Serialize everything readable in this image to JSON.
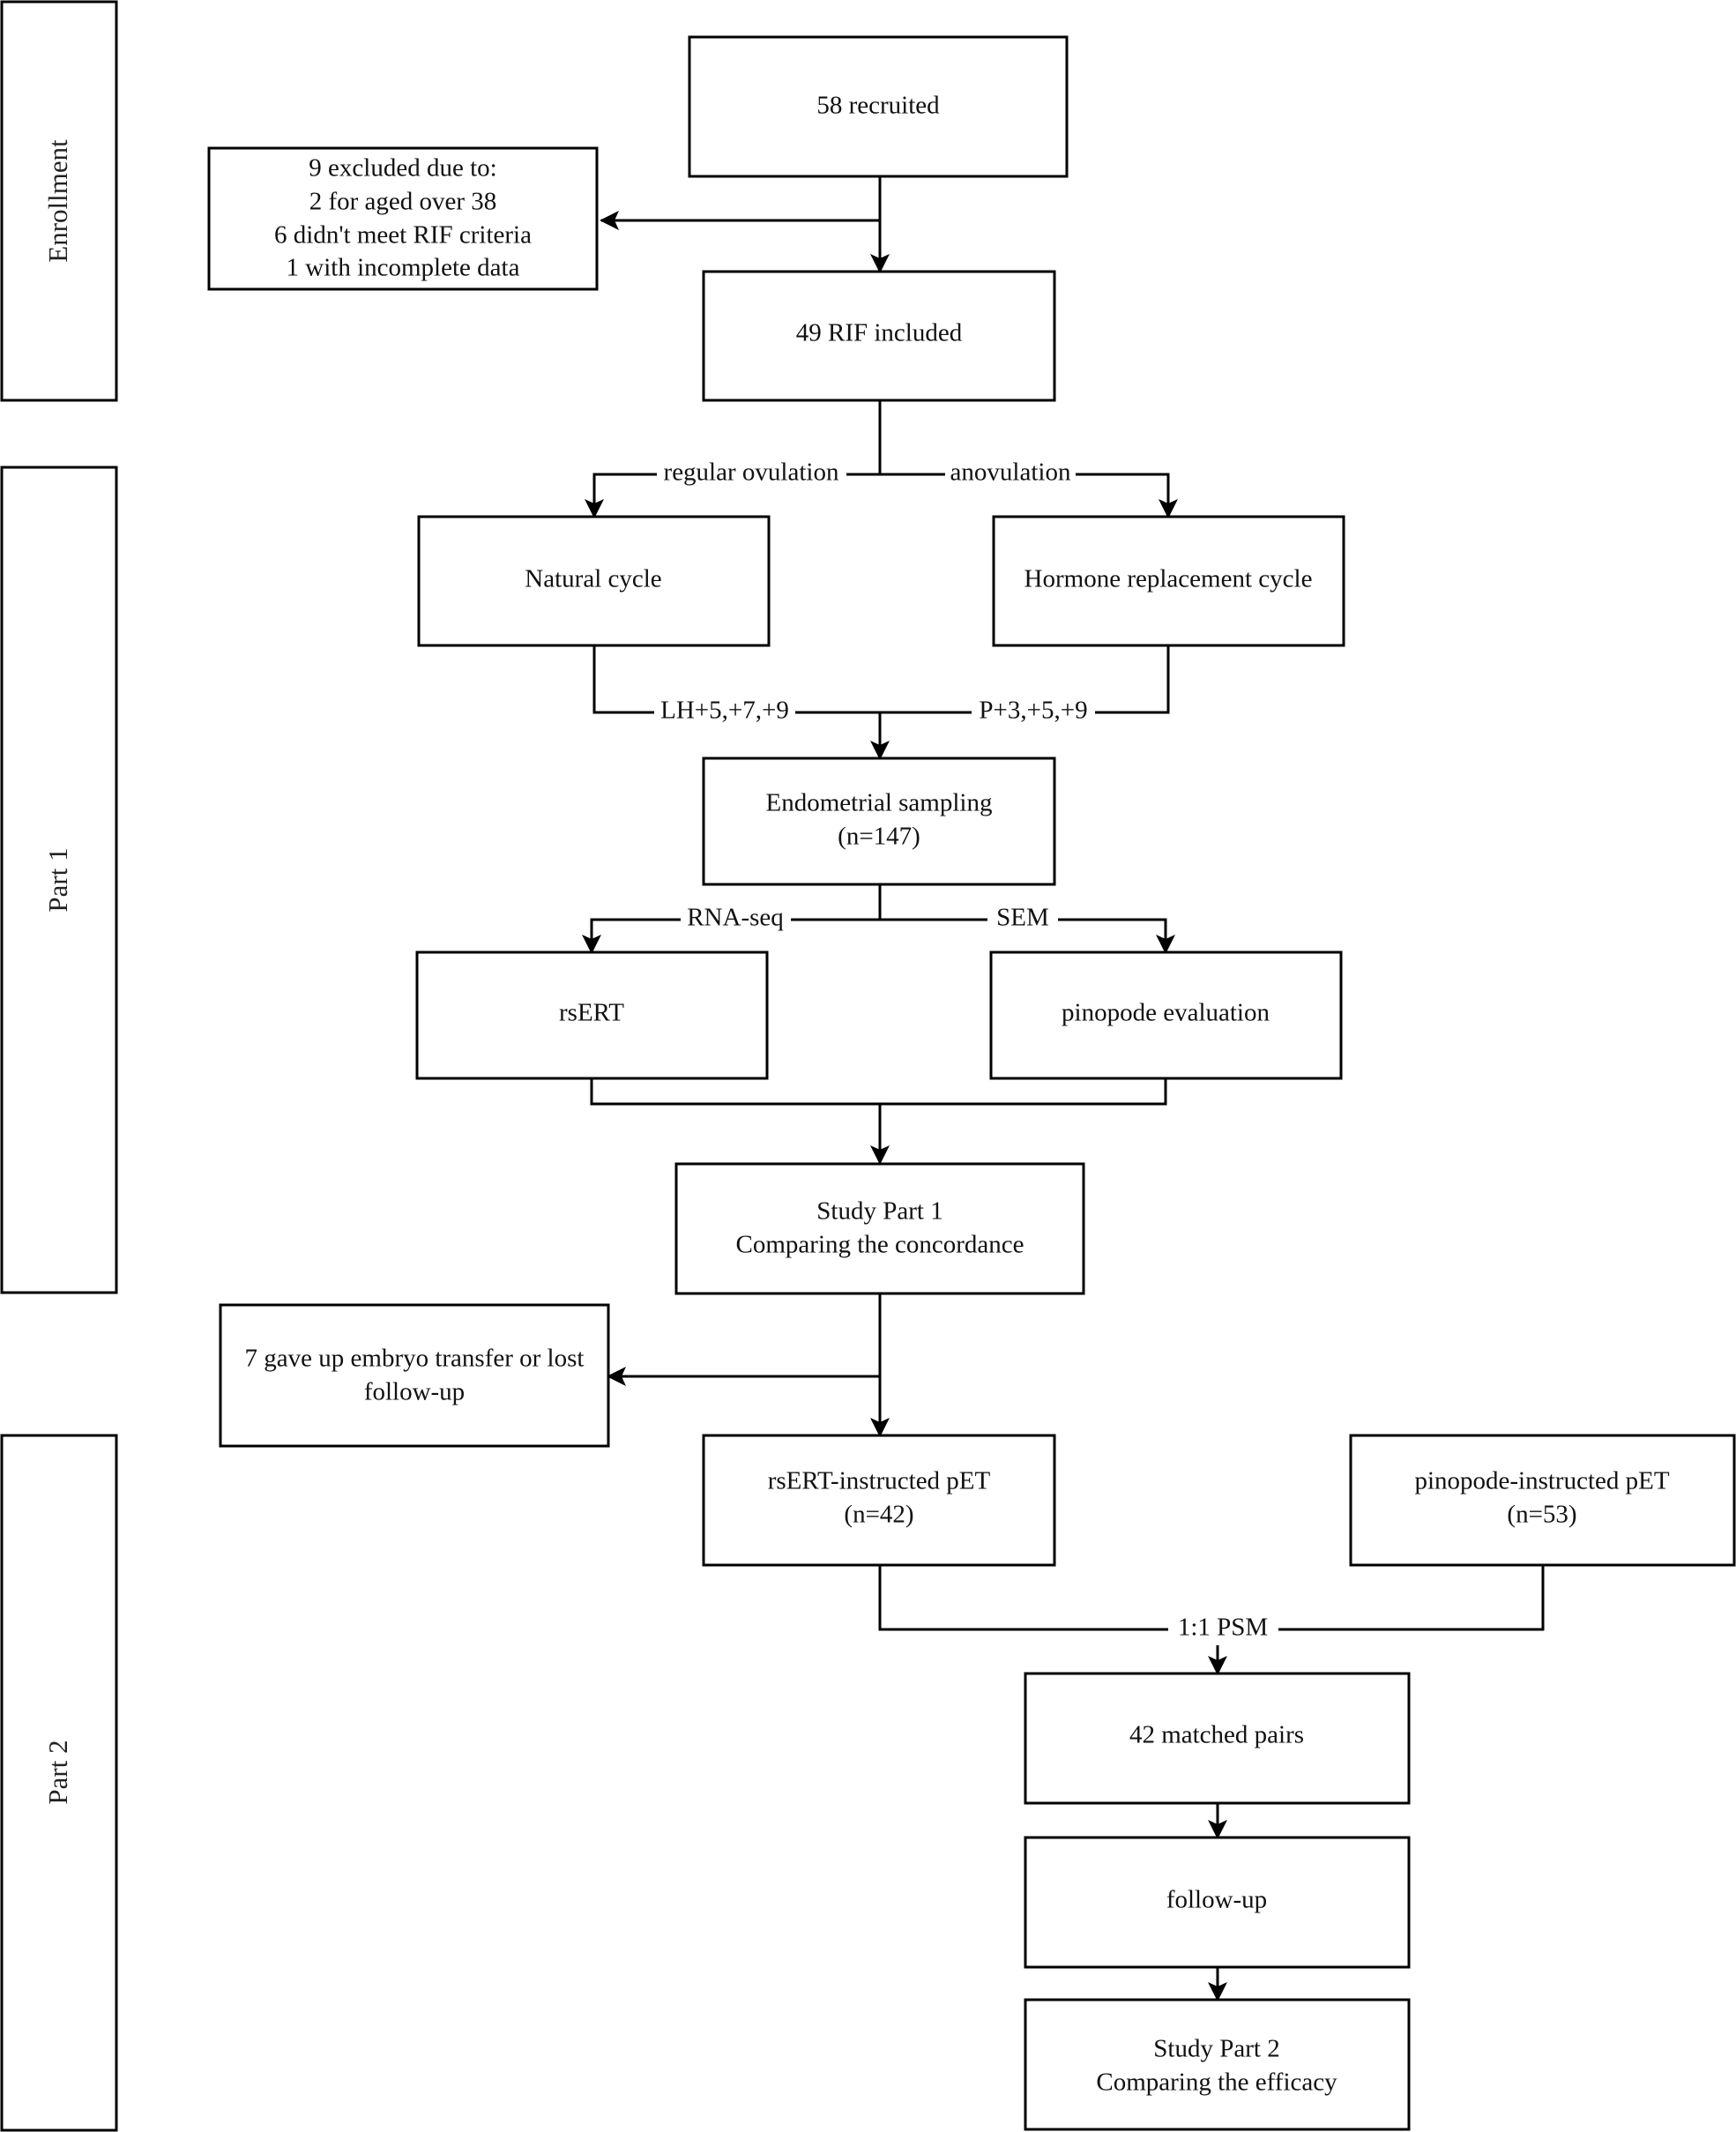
{
  "sections": {
    "enrollment": "Enrollment",
    "part1": "Part 1",
    "part2": "Part 2"
  },
  "boxes": {
    "recruited": [
      "58 recruited"
    ],
    "excluded": [
      "9 excluded due to:",
      "2 for aged over 38",
      "6 didn't meet RIF criteria",
      "1 with incomplete data"
    ],
    "included": [
      "49 RIF included"
    ],
    "natural_cycle": [
      "Natural cycle"
    ],
    "hormone_cycle": [
      "Hormone replacement cycle"
    ],
    "sampling": [
      "Endometrial sampling",
      "(n=147)"
    ],
    "rsert": [
      "rsERT"
    ],
    "pinopode_eval": [
      "pinopode evaluation"
    ],
    "study_part1": [
      "Study Part 1",
      "Comparing the concordance"
    ],
    "gave_up": [
      "7 gave up embryo transfer or lost",
      "follow-up"
    ],
    "rsert_pet": [
      "rsERT-instructed pET",
      "(n=42)"
    ],
    "pinopode_pet": [
      "pinopode-instructed pET",
      "(n=53)"
    ],
    "matched": [
      "42 matched pairs"
    ],
    "followup": [
      "follow-up"
    ],
    "study_part2": [
      "Study Part 2",
      "Comparing the efficacy"
    ]
  },
  "edge_labels": {
    "regular_ovulation": "regular ovulation",
    "anovulation": "anovulation",
    "lh_days": "LH+5,+7,+9",
    "p_days": "P+3,+5,+9",
    "rna_seq": "RNA-seq",
    "sem": "SEM",
    "psm": "1:1 PSM"
  }
}
